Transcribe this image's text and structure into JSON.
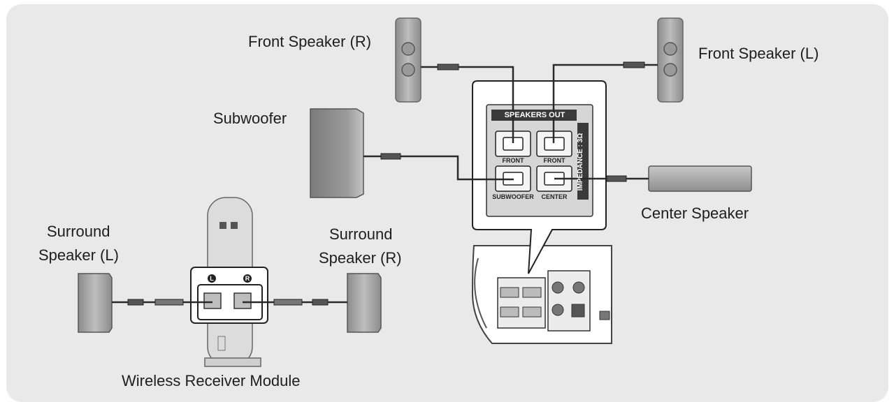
{
  "labels": {
    "front_right": "Front Speaker (R)",
    "front_left": "Front Speaker (L)",
    "subwoofer": "Subwoofer",
    "center": "Center Speaker",
    "surround_left_line1": "Surround",
    "surround_left_line2": "Speaker (L)",
    "surround_right_line1": "Surround",
    "surround_right_line2": "Speaker (R)",
    "wireless": "Wireless Receiver Module"
  },
  "terminal_panel": {
    "header": "SPEAKERS OUT",
    "impedance": "IMPEDANCE : 3Ω",
    "front_left_label": "FRONT",
    "front_right_label": "FRONT",
    "subwoofer_label": "SUBWOOFER",
    "center_label": "CENTER"
  },
  "wireless_module": {
    "left_mark": "L",
    "right_mark": "R"
  },
  "colors": {
    "background": "#e9e9e9",
    "speaker_fill": "#a4a4a4",
    "panel_fill": "#d6d6d6",
    "cable": "#2a2a2a"
  }
}
